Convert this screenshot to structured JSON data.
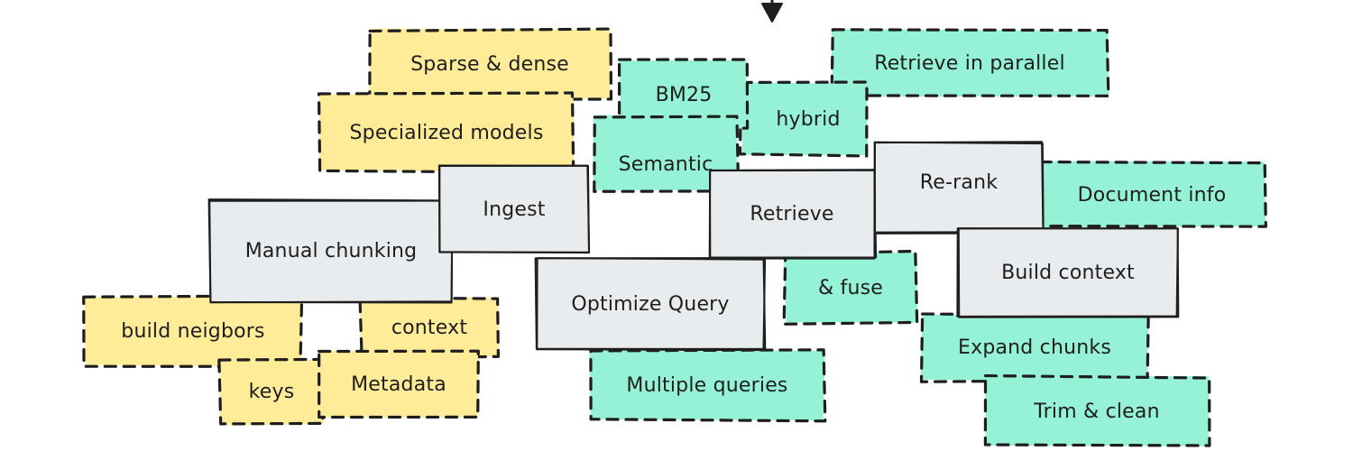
{
  "diagram": {
    "title": "RAG pipeline sketch",
    "colors": {
      "step_fill": "#e9ecef",
      "yellow_note": "#ffec99",
      "teal_note": "#96f2d7",
      "stroke": "#1e1e1e"
    },
    "incoming_arrow": {
      "icon": "arrow-down-icon"
    },
    "steps": [
      {
        "id": "ingest",
        "label": "Ingest"
      },
      {
        "id": "manual-chunking",
        "label": "Manual chunking"
      },
      {
        "id": "optimize-query",
        "label": "Optimize Query"
      },
      {
        "id": "retrieve",
        "label": "Retrieve"
      },
      {
        "id": "re-rank",
        "label": "Re-rank"
      },
      {
        "id": "build-context",
        "label": "Build context"
      }
    ],
    "notes": [
      {
        "id": "sparse-dense",
        "label": "Sparse & dense",
        "color": "yellow"
      },
      {
        "id": "specialized-models",
        "label": "Specialized models",
        "color": "yellow"
      },
      {
        "id": "build-neighbors",
        "label": "build neigbors",
        "color": "yellow"
      },
      {
        "id": "context",
        "label": "context",
        "color": "yellow"
      },
      {
        "id": "keys",
        "label": "keys",
        "color": "yellow"
      },
      {
        "id": "metadata",
        "label": "Metadata",
        "color": "yellow"
      },
      {
        "id": "bm25",
        "label": "BM25",
        "color": "teal"
      },
      {
        "id": "semantic",
        "label": "Semantic",
        "color": "teal"
      },
      {
        "id": "hybrid",
        "label": "hybrid",
        "color": "teal"
      },
      {
        "id": "retrieve-in-parallel",
        "label": "Retrieve in parallel",
        "color": "teal"
      },
      {
        "id": "fuse",
        "label": "& fuse",
        "color": "teal"
      },
      {
        "id": "multiple-queries",
        "label": "Multiple queries",
        "color": "teal"
      },
      {
        "id": "document-info",
        "label": "Document info",
        "color": "teal"
      },
      {
        "id": "expand-chunks",
        "label": "Expand chunks",
        "color": "teal"
      },
      {
        "id": "trim-clean",
        "label": "Trim & clean",
        "color": "teal"
      }
    ]
  }
}
